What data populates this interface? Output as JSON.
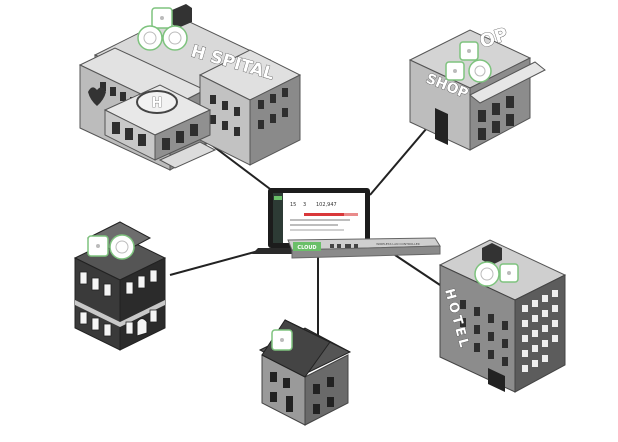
{
  "diagram": {
    "hub": {
      "laptop_screen": {
        "stats": [
          "15",
          "3",
          "102,947"
        ]
      },
      "appliance": {
        "brand": "CLOUD",
        "model_text": "WIRELESS LAN CONTROLLER"
      }
    },
    "buildings": {
      "hospital": {
        "sign": "H SPITAL",
        "helipad": "H"
      },
      "shop": {
        "sign_roof": "OP",
        "sign_front": "SHOP"
      },
      "hotel": {
        "sign": "HOTEL"
      },
      "apartment": {},
      "house": {}
    },
    "colors": {
      "ap_accent": "#7ec37e",
      "line": "#222222",
      "building_light": "#cfcfcf",
      "building_dark": "#3a3a3a"
    },
    "icons": [
      "access-point-icon",
      "laptop-icon",
      "controller-appliance-icon"
    ]
  }
}
